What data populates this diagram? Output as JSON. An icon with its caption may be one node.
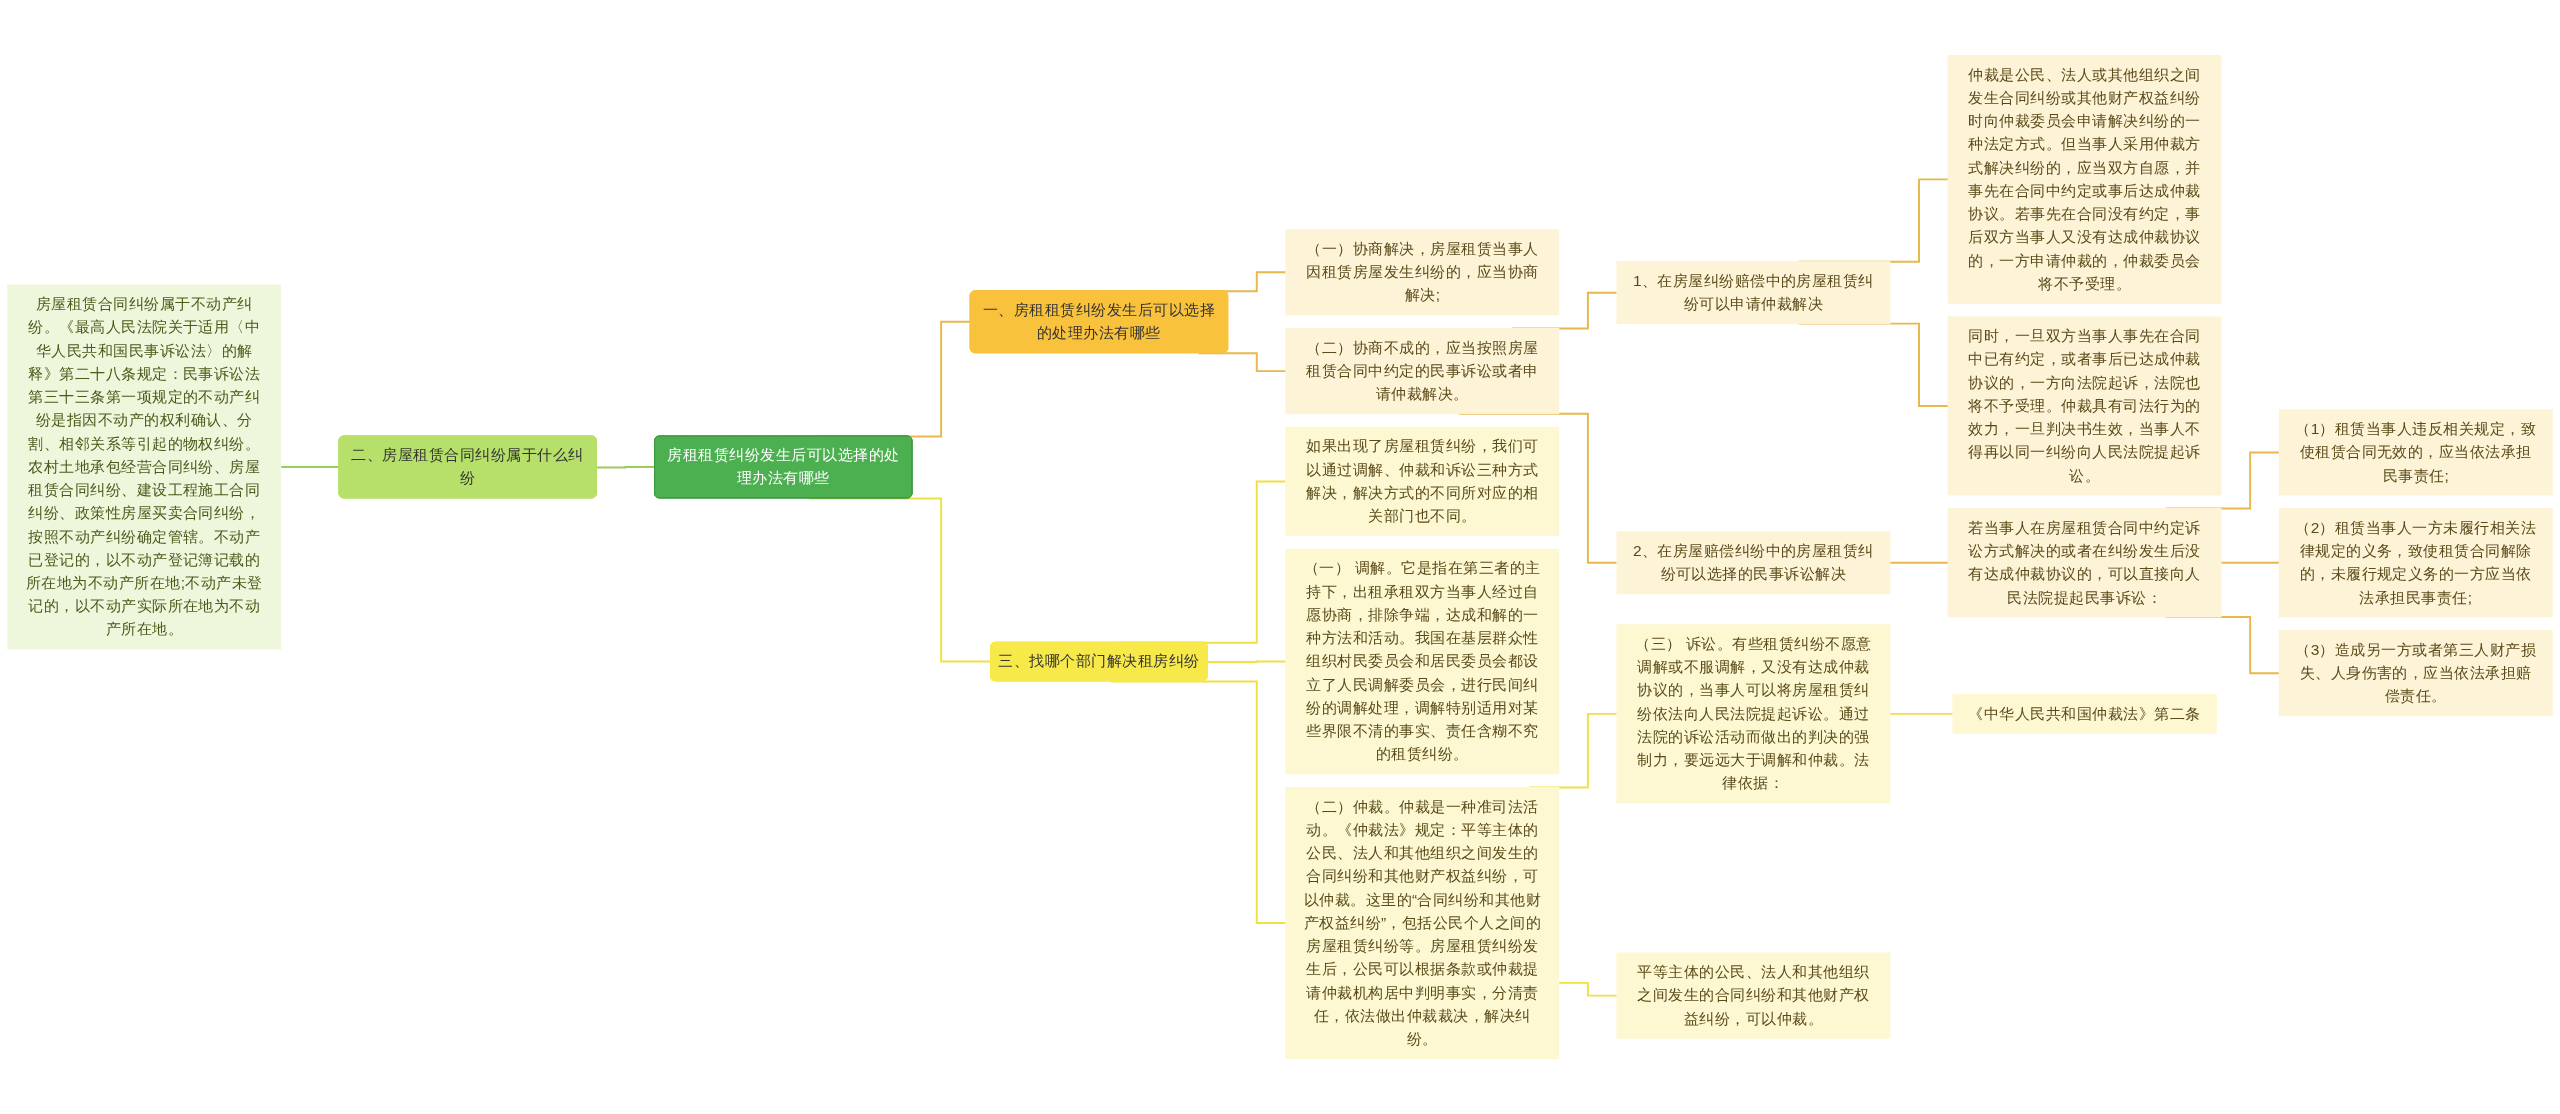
{
  "diagram": {
    "nodes": [
      {
        "text": [
          "房租租赁纠纷发生后可以选择的处理办法有哪些"
        ]
      },
      {
        "text": [
          "一、房租租赁纠纷发生后可以选择的处理办法有哪些"
        ]
      },
      {
        "text": [
          "（一）协商解决，房屋租赁当事人因租赁房屋发生纠纷的，应当协商解决;"
        ]
      },
      {
        "text": [
          "（二）协商不成的，应当按照房屋租赁合同中约定的民事诉讼或者申请仲裁解决。"
        ]
      },
      {
        "text": [
          "1、在房屋纠纷赔偿中的房屋租赁纠纷可以申请仲裁解决"
        ]
      },
      {
        "text": [
          "仲裁是公民、法人或其他组织之间发生合同纠纷或其他财产权益纠纷时向仲裁委员会申请解决纠纷的一种法定方式。但当事人采用仲裁方式解决纠纷的，应当双方自愿，并事先在合同中约定或事后达成仲裁协议。若事先在合同没有约定，事后双方当事人又没有达成仲裁协议的，一方申请仲裁的，仲裁委员会将不予受理。"
        ]
      },
      {
        "text": [
          "同时，一旦双方当事人事先在合同中已有约定，或者事后已达成仲裁协议的，一方向法院起诉，法院也将不予受理。仲裁具有司法行为的效力，一旦判决书生效，当事人不得再以同一纠纷向人民法院提起诉讼。"
        ]
      },
      {
        "text": [
          "2、在房屋赔偿纠纷中的房屋租赁纠纷可以选择的民事诉讼解决"
        ]
      },
      {
        "text": [
          "若当事人在房屋租赁合同中约定诉讼方式解决的或者在纠纷发生后没有达成仲裁协议的，可以直接向人民法院提起民事诉讼："
        ]
      },
      {
        "text": [
          "（1）租赁当事人违反相关规定，致使租赁合同无效的，应当依法承担民事责任;"
        ]
      },
      {
        "text": [
          "（2）租赁当事人一方未履行相关法律规定的义务，致使租赁合同解除的，未履行规定义务的一方应当依法承担民事责任;"
        ]
      },
      {
        "text": [
          "（3）造成另一方或者第三人财产损失、人身伤害的，应当依法承担赔偿责任。"
        ]
      },
      {
        "text": [
          "二、房屋租赁合同纠纷属于什么纠纷"
        ]
      },
      {
        "text": [
          "房屋租赁合同纠纷属于不动产纠纷。《最高人民法院关于适用〈中华人民共和国民事诉讼法〉的解释》第二十八条规定：民事诉讼法第三十三条第一项规定的不动产纠纷是指因不动产的权利确认、分割、相邻关系等引起的物权纠纷。农村土地承包经营合同纠纷、房屋租赁合同纠纷、建设工程施工合同纠纷、政策性房屋买卖合同纠纷，按照不动产纠纷确定管辖。不动产已登记的，以不动产登记簿记载的所在地为不动产所在地;不动产未登记的，以不动产实际所在地为不动产所在地。"
        ]
      },
      {
        "text": [
          "三、找哪个部门解决租房纠纷"
        ]
      },
      {
        "text": [
          "如果出现了房屋租赁纠纷，我们可以通过调解、仲裁和诉讼三种方式解决，解决方式的不同所对应的相关部门也不同。"
        ]
      },
      {
        "text": [
          "（一） 调解。它是指在第三者的主持下，出租承租双方当事人经过自愿协商，排除争端，达成和解的一种方法和活动。我国在基层群众性组织村民委员会和居民委员会都设立了人民调解委员会，进行民间纠纷的调解处理，调解特别适用对某些界限不清的事实、责任含糊不究的租赁纠纷。"
        ]
      },
      {
        "text": [
          "（二）仲裁。仲裁是一种准司法活动。《仲裁法》规定：平等主体的公民、法人和其他组织之间发生的合同纠纷和其他财产权益纠纷，可以仲裁。这里的“合同纠纷和其他财产权益纠纷”，包括公民个人之间的房屋租赁纠纷等。房屋租赁纠纷发生后，公民可以根据条款或仲裁提请仲裁机构居中判明事实，分清责任，依法做出仲裁裁决，解决纠纷。"
        ]
      },
      {
        "text": [
          "（三） 诉讼。有些租赁纠纷不愿意调解或不服调解，又没有达成仲裁协议的，当事人可以将房屋租赁纠纷依法向人民法院提起诉讼。通过法院的诉讼活动而做出的判决的强制力，要远远大于调解和仲裁。法律依据："
        ]
      },
      {
        "text": [
          "平等主体的公民、法人和其他组织之间发生的合同纠纷和其他财产权益纠纷，可以仲裁。"
        ]
      },
      {
        "text": [
          "《中华人民共和国仲裁法》第二条"
        ]
      }
    ],
    "edges": [
      {
        "from": 0,
        "to": 1,
        "arrow": "none"
      },
      {
        "from": 1,
        "to": 2,
        "arrow": "none"
      },
      {
        "from": 1,
        "to": 3,
        "arrow": "none"
      },
      {
        "from": 3,
        "to": 4,
        "arrow": "none"
      },
      {
        "from": 4,
        "to": 5,
        "arrow": "none"
      },
      {
        "from": 4,
        "to": 6,
        "arrow": "none"
      },
      {
        "from": 3,
        "to": 7,
        "arrow": "none"
      },
      {
        "from": 7,
        "to": 8,
        "arrow": "none"
      },
      {
        "from": 8,
        "to": 9,
        "arrow": "none"
      },
      {
        "from": 8,
        "to": 10,
        "arrow": "none"
      },
      {
        "from": 8,
        "to": 11,
        "arrow": "none"
      },
      {
        "from": 0,
        "to": 12,
        "arrow": "none",
        "color": "#9ccc5a"
      },
      {
        "from": 12,
        "to": 13,
        "arrow": "none",
        "color": "#9ccc5a"
      },
      {
        "from": 0,
        "to": 14,
        "arrow": "none",
        "color": "#f0e040"
      },
      {
        "from": 14,
        "to": 15,
        "arrow": "none",
        "color": "#f0e040"
      },
      {
        "from": 14,
        "to": 16,
        "arrow": "none",
        "color": "#f0e040"
      },
      {
        "from": 14,
        "to": 17,
        "arrow": "none",
        "color": "#f0e040"
      },
      {
        "from": 17,
        "to": 18,
        "arrow": "none",
        "color": "#f0e040"
      },
      {
        "from": 17,
        "to": 19,
        "arrow": "none",
        "color": "#f0e040"
      },
      {
        "from": 18,
        "to": 20,
        "arrow": "none",
        "color": "#f0e040"
      }
    ]
  }
}
